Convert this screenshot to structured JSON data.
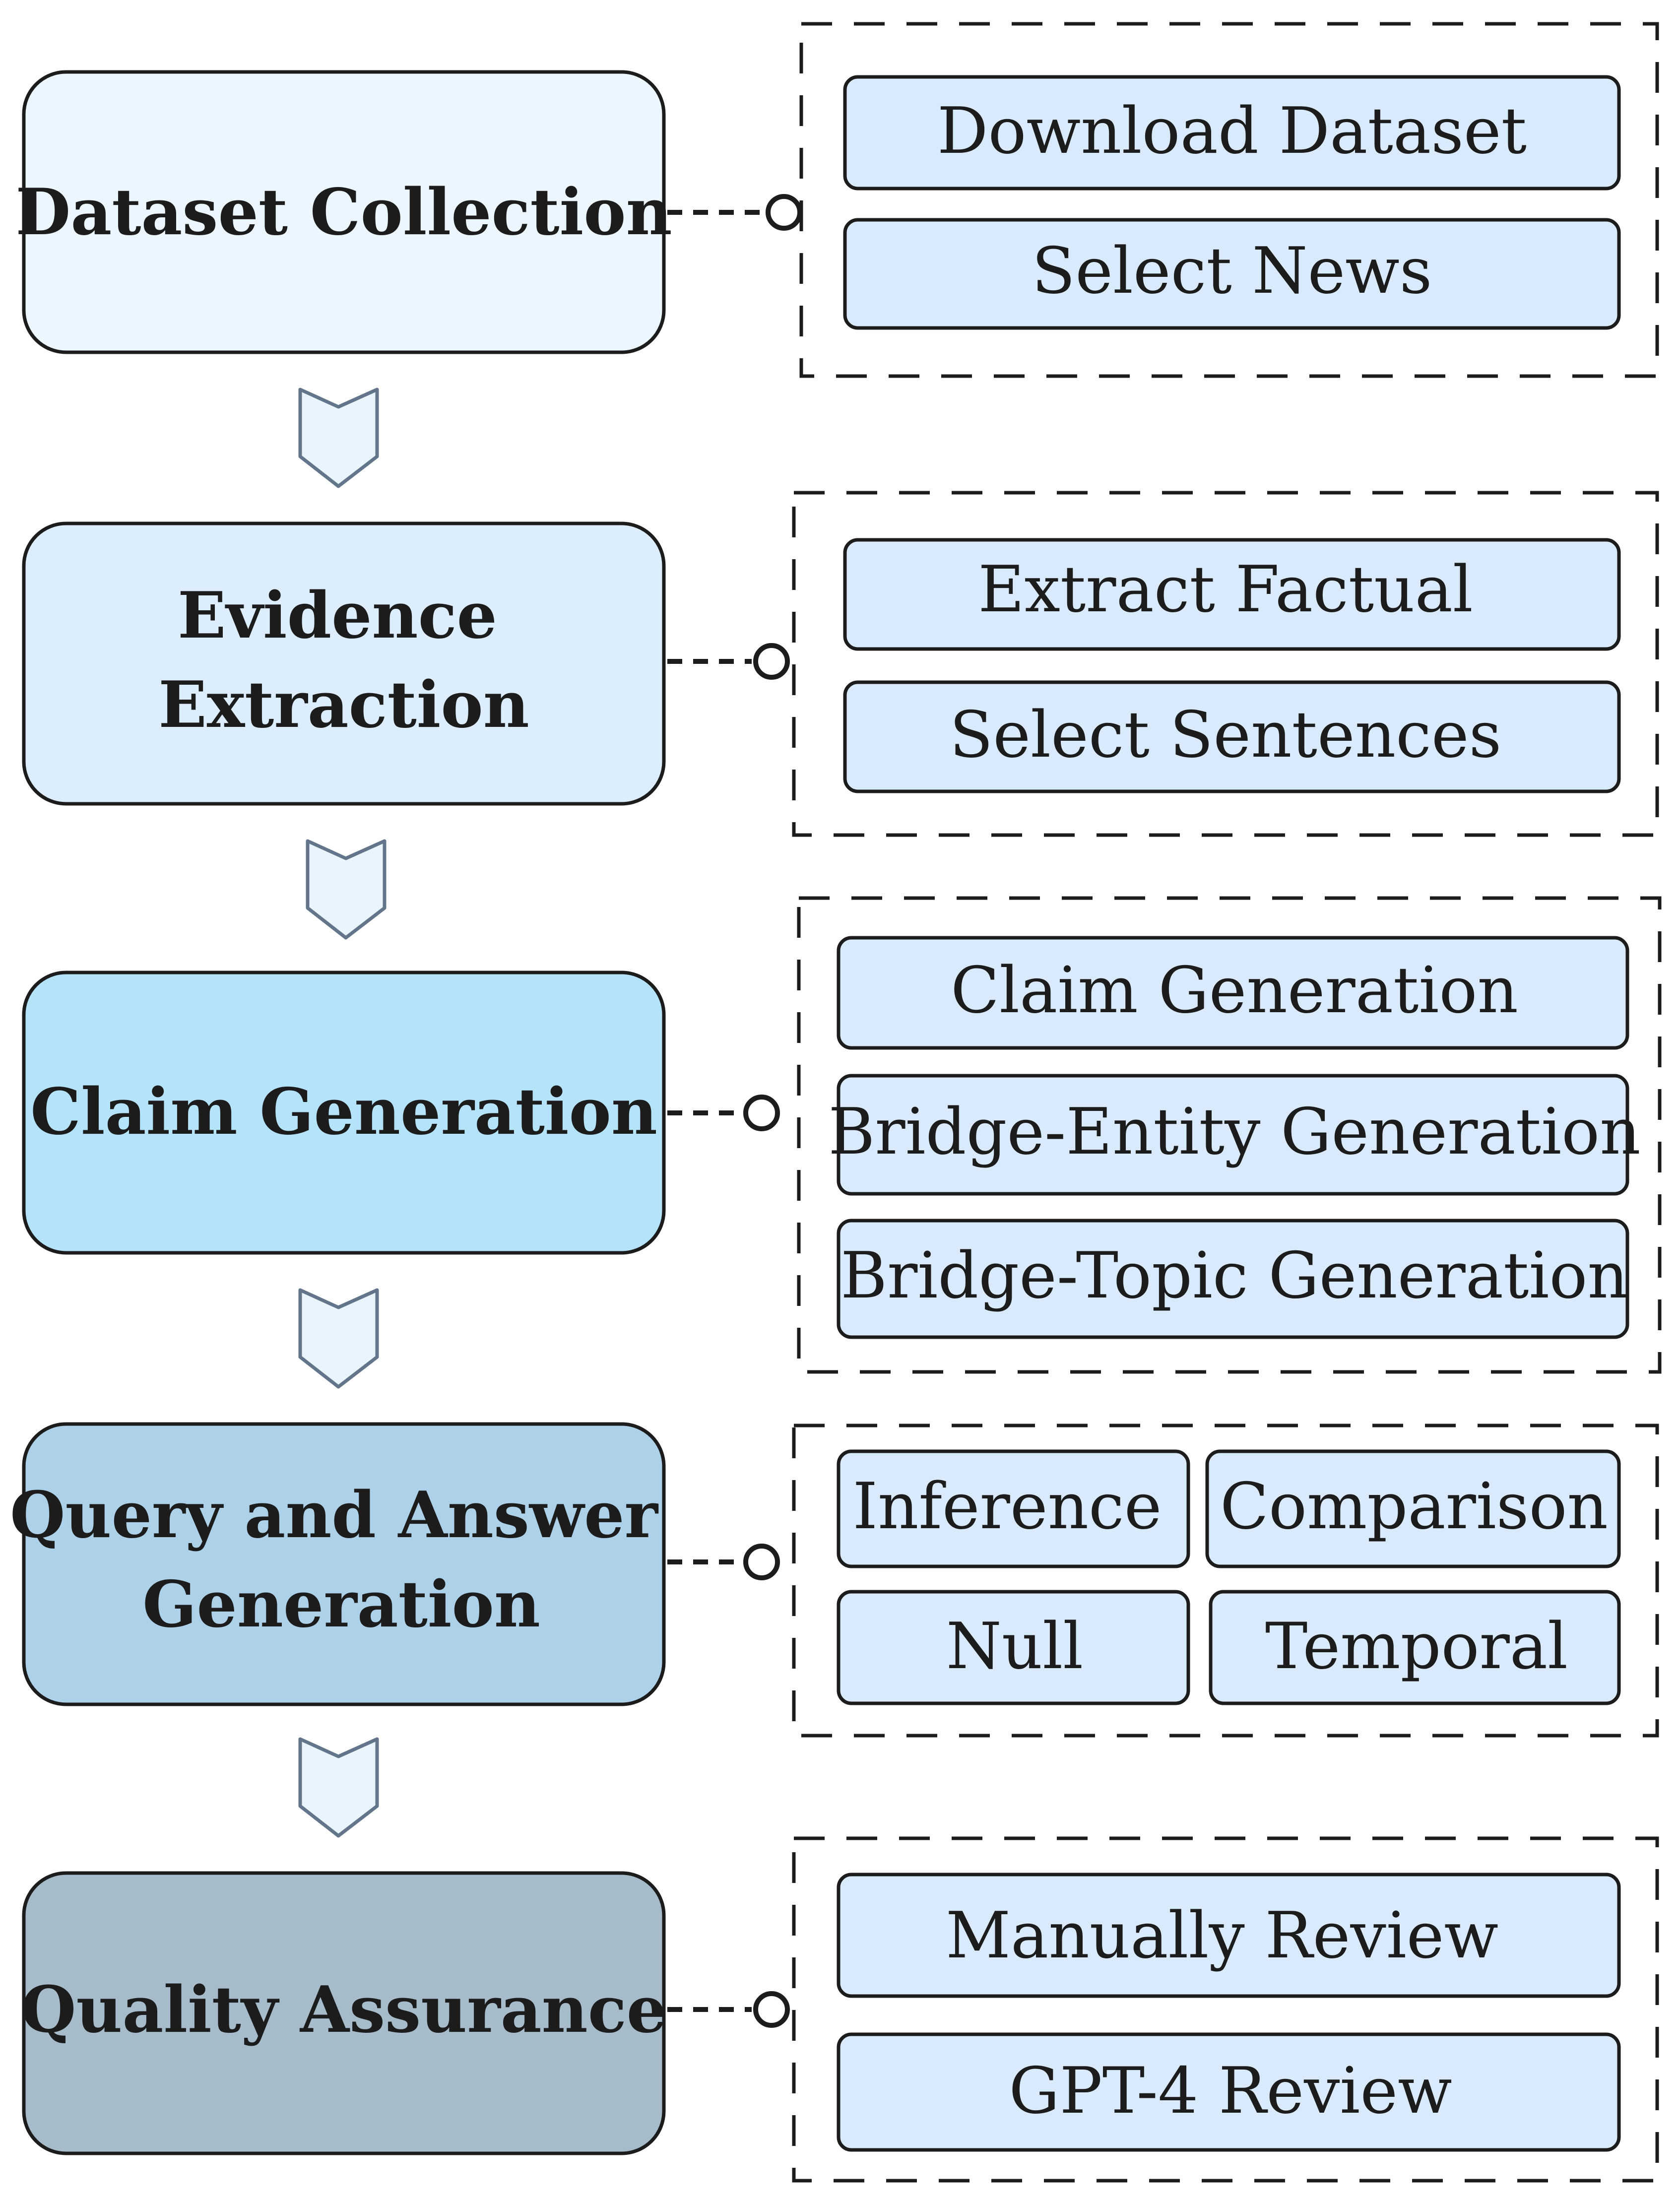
{
  "stages": [
    {
      "lines": [
        "Dataset Collection"
      ],
      "fill": "#ebf6fe",
      "substeps": [
        "Download Dataset",
        "Select News"
      ]
    },
    {
      "lines": [
        "Evidence",
        "Extraction"
      ],
      "fill": "#dcedfd",
      "substeps": [
        "Extract Factual",
        "Select Sentences"
      ]
    },
    {
      "lines": [
        "Claim Generation"
      ],
      "fill": "#b5e3fa",
      "substeps": [
        "Claim Generation",
        "Bridge-Entity Generation",
        "Bridge-Topic Generation"
      ]
    },
    {
      "lines": [
        "Query and Answer",
        "Generation"
      ],
      "fill": "#acd1e9",
      "substeps": [
        "Inference",
        "Comparison",
        "Null",
        "Temporal"
      ]
    },
    {
      "lines": [
        "Quality Assurance"
      ],
      "fill": "#a6bccb",
      "substeps": [
        "Manually Review",
        "GPT-4 Review"
      ]
    }
  ],
  "colors": {
    "substep_fill": "#d9eafc",
    "stroke": "#1c1c1c",
    "arrow_fill": "#e9f4fd",
    "arrow_stroke": "#62758a"
  }
}
